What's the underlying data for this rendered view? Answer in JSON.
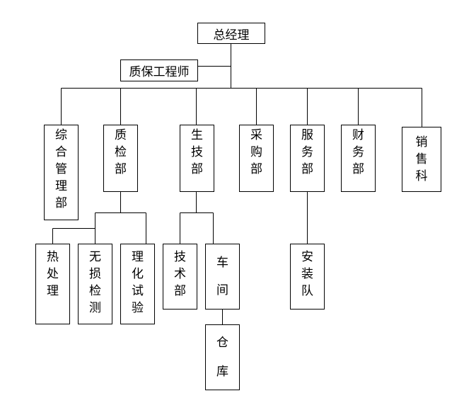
{
  "org_chart": {
    "general_manager": "总经理",
    "qa_engineer": "质保工程师",
    "departments": {
      "admin": [
        "综",
        "合",
        "管",
        "理",
        "部"
      ],
      "quality": [
        "质",
        "检",
        "部"
      ],
      "production": [
        "生",
        "技",
        "部"
      ],
      "purchasing": [
        "采",
        "购",
        "部"
      ],
      "service": [
        "服",
        "务",
        "部"
      ],
      "finance": [
        "财",
        "务",
        "部"
      ],
      "sales": [
        "销",
        "售",
        "科"
      ]
    },
    "sub_units": {
      "heat_treatment": [
        "热",
        "处",
        "理"
      ],
      "ndt": [
        "无",
        "损",
        "检",
        "测"
      ],
      "lab": [
        "理",
        "化",
        "试",
        "验"
      ],
      "technology": [
        "技",
        "术",
        "部"
      ],
      "workshop": [
        "车",
        "间"
      ],
      "warehouse": [
        "仓",
        "库"
      ],
      "installation": [
        "安",
        "装",
        "队"
      ]
    }
  }
}
